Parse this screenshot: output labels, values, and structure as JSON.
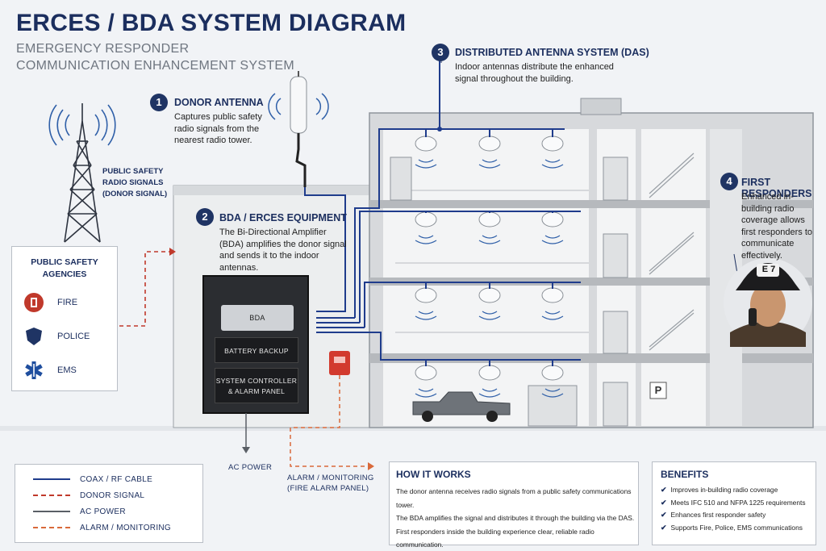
{
  "header": {
    "title": "ERCES / BDA SYSTEM DIAGRAM",
    "subtitle": "EMERGENCY RESPONDER COMMUNICATION ENHANCEMENT SYSTEM"
  },
  "tower": {
    "label": "PUBLIC SAFETY\nRADIO SIGNALS\n(DONOR SIGNAL)"
  },
  "callouts": [
    {
      "number": "1",
      "title": "DONOR ANTENNA",
      "text": "Captures public safety radio signals from the nearest radio tower."
    },
    {
      "number": "2",
      "title": "BDA / ERCES EQUIPMENT",
      "text": "The Bi-Directional Amplifier (BDA) amplifies the donor signal and sends it to the indoor antennas."
    },
    {
      "number": "3",
      "title": "DISTRIBUTED ANTENNA SYSTEM (DAS)",
      "text": "Indoor antennas distribute the enhanced signal throughout the building."
    },
    {
      "number": "4",
      "title": "FIRST RESPONDERS",
      "text": "Enhanced in-building radio coverage allows first responders to communicate effectively."
    }
  ],
  "agencies": {
    "title": "PUBLIC SAFETY\nAGENCIES",
    "items": [
      {
        "label": "FIRE",
        "icon": "fire-department-badge-icon"
      },
      {
        "label": "POLICE",
        "icon": "police-badge-icon"
      },
      {
        "label": "EMS",
        "icon": "star-of-life-icon"
      }
    ]
  },
  "cabinet": {
    "bda": "BDA",
    "battery": "BATTERY BACKUP",
    "controller": "SYSTEM CONTROLLER\n& ALARM PANEL"
  },
  "helmet_number": "E 7",
  "parking_sign": "P",
  "labels": {
    "ac_power": "AC POWER",
    "alarm_monitoring": "ALARM / MONITORING\n(FIRE ALARM PANEL)"
  },
  "legend": [
    {
      "label": "COAX / RF CABLE",
      "color": "#1f3c8c",
      "style": "solid"
    },
    {
      "label": "DONOR SIGNAL",
      "color": "#c0392b",
      "style": "dashed"
    },
    {
      "label": "AC POWER",
      "color": "#5a5f66",
      "style": "solid"
    },
    {
      "label": "ALARM / MONITORING",
      "color": "#d9693a",
      "style": "dashed"
    }
  ],
  "how_it_works": {
    "title": "HOW IT WORKS",
    "lines": [
      "The donor antenna receives radio signals from a public safety communications tower.",
      "The BDA amplifies the signal and distributes it through the building via the DAS.",
      "First responders inside the building experience clear, reliable radio communication."
    ]
  },
  "benefits": {
    "title": "BENEFITS",
    "items": [
      "Improves in-building radio coverage",
      "Meets IFC 510 and NFPA 1225 requirements",
      "Enhances first responder safety",
      "Supports Fire, Police, EMS communications"
    ]
  },
  "colors": {
    "navy": "#1b2e5e",
    "coax": "#1f3c8c",
    "donor": "#c0392b",
    "alarm": "#d9693a",
    "power": "#5a5f66"
  }
}
